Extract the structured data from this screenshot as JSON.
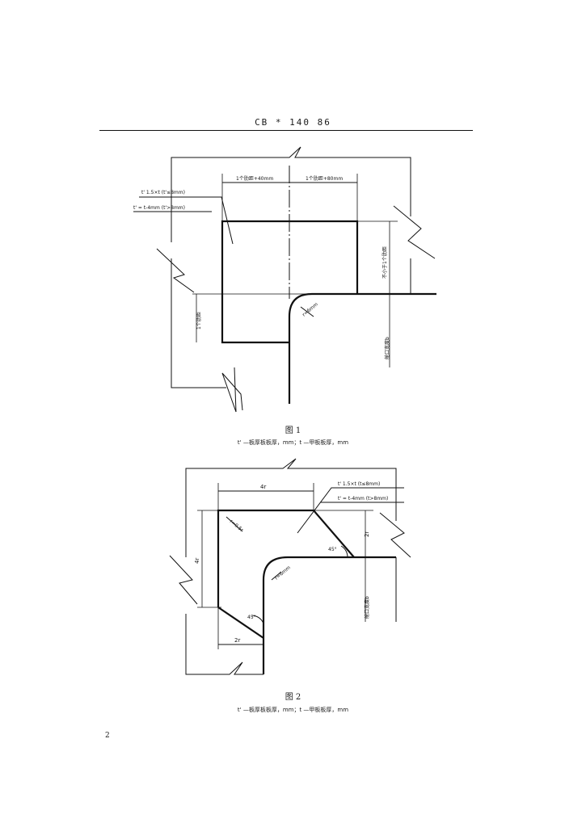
{
  "header": {
    "title": "CB * 140 86"
  },
  "figure1": {
    "labels": {
      "width_left": "1个肋距+40mm",
      "width_right": "1个肋距+80mm",
      "leader_1": "t' 1.5×t (t'≤8mm)",
      "leader_2": "t' = t-4mm (t'>8mm)",
      "height_right": "不小于1个肋距",
      "height_left": "1个肋距",
      "radius": "r=6mm",
      "opening": "舱口宽度b"
    },
    "caption": "图 1",
    "legend": "t' —板厚板板厚，mm；t —甲板板厚，mm"
  },
  "figure2": {
    "labels": {
      "top_dim": "4r",
      "leader_1": "t' 1.5×t (t≤8mm)",
      "leader_2": "t' = t-4mm (t>8mm)",
      "inner_radius": "r=0.5r",
      "right_dim": "2r",
      "angle_right": "45°",
      "left_dim": "4r",
      "radius": "r=6mm",
      "angle_left": "45°",
      "bottom_dim": "2r",
      "opening": "舱口宽度b"
    },
    "caption": "图 2",
    "legend": "t' —板厚板板厚，mm；t —甲板板厚，mm"
  },
  "page": {
    "number": "2"
  }
}
